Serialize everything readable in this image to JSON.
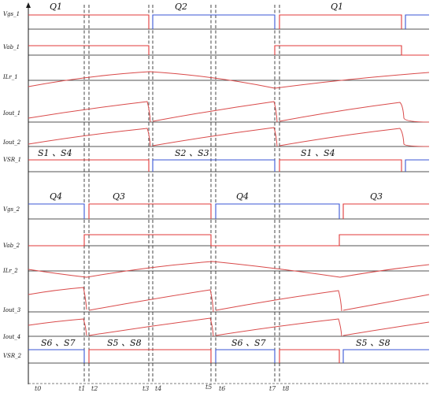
{
  "colors": {
    "red": "#e03a3a",
    "blue": "#3a56d6",
    "axis": "#1a1a1a",
    "dash": "#333333",
    "curve": "#d94a4a"
  },
  "header_labels": {
    "q1_a": "Q1",
    "q2": "Q2",
    "q1_b": "Q1",
    "s14_a": "S1 、S4",
    "s23": "S2 、S3",
    "s14_b": "S1 、S4",
    "q4_a": "Q4",
    "q3_a": "Q3",
    "q4_b": "Q4",
    "q3_b": "Q3",
    "s67_a": "S6 、S7",
    "s58_a": "S5 、S8",
    "s67_b": "S6 、S7",
    "s58_b": "S5 、S8"
  },
  "row_labels": {
    "vgs1": "Vgs_1",
    "vab1": "Vab_1",
    "ilr1": "ILr_1",
    "iout1": "Iout_1",
    "iout2": "Iout_2",
    "vsr1": "VSR_1",
    "vgs2": "Vgs_2",
    "vab2": "Vab_2",
    "ilr2": "ILr_2",
    "iout3": "Iout_3",
    "iout4": "Iout_4",
    "vsr2": "VSR_2"
  },
  "time_labels": {
    "t0": "t0",
    "t1": "t1",
    "t2": "t2",
    "t3": "t3",
    "t4": "t4",
    "t5": "t5",
    "t6": "t6",
    "t7": "t7",
    "t8": "t8"
  }
}
